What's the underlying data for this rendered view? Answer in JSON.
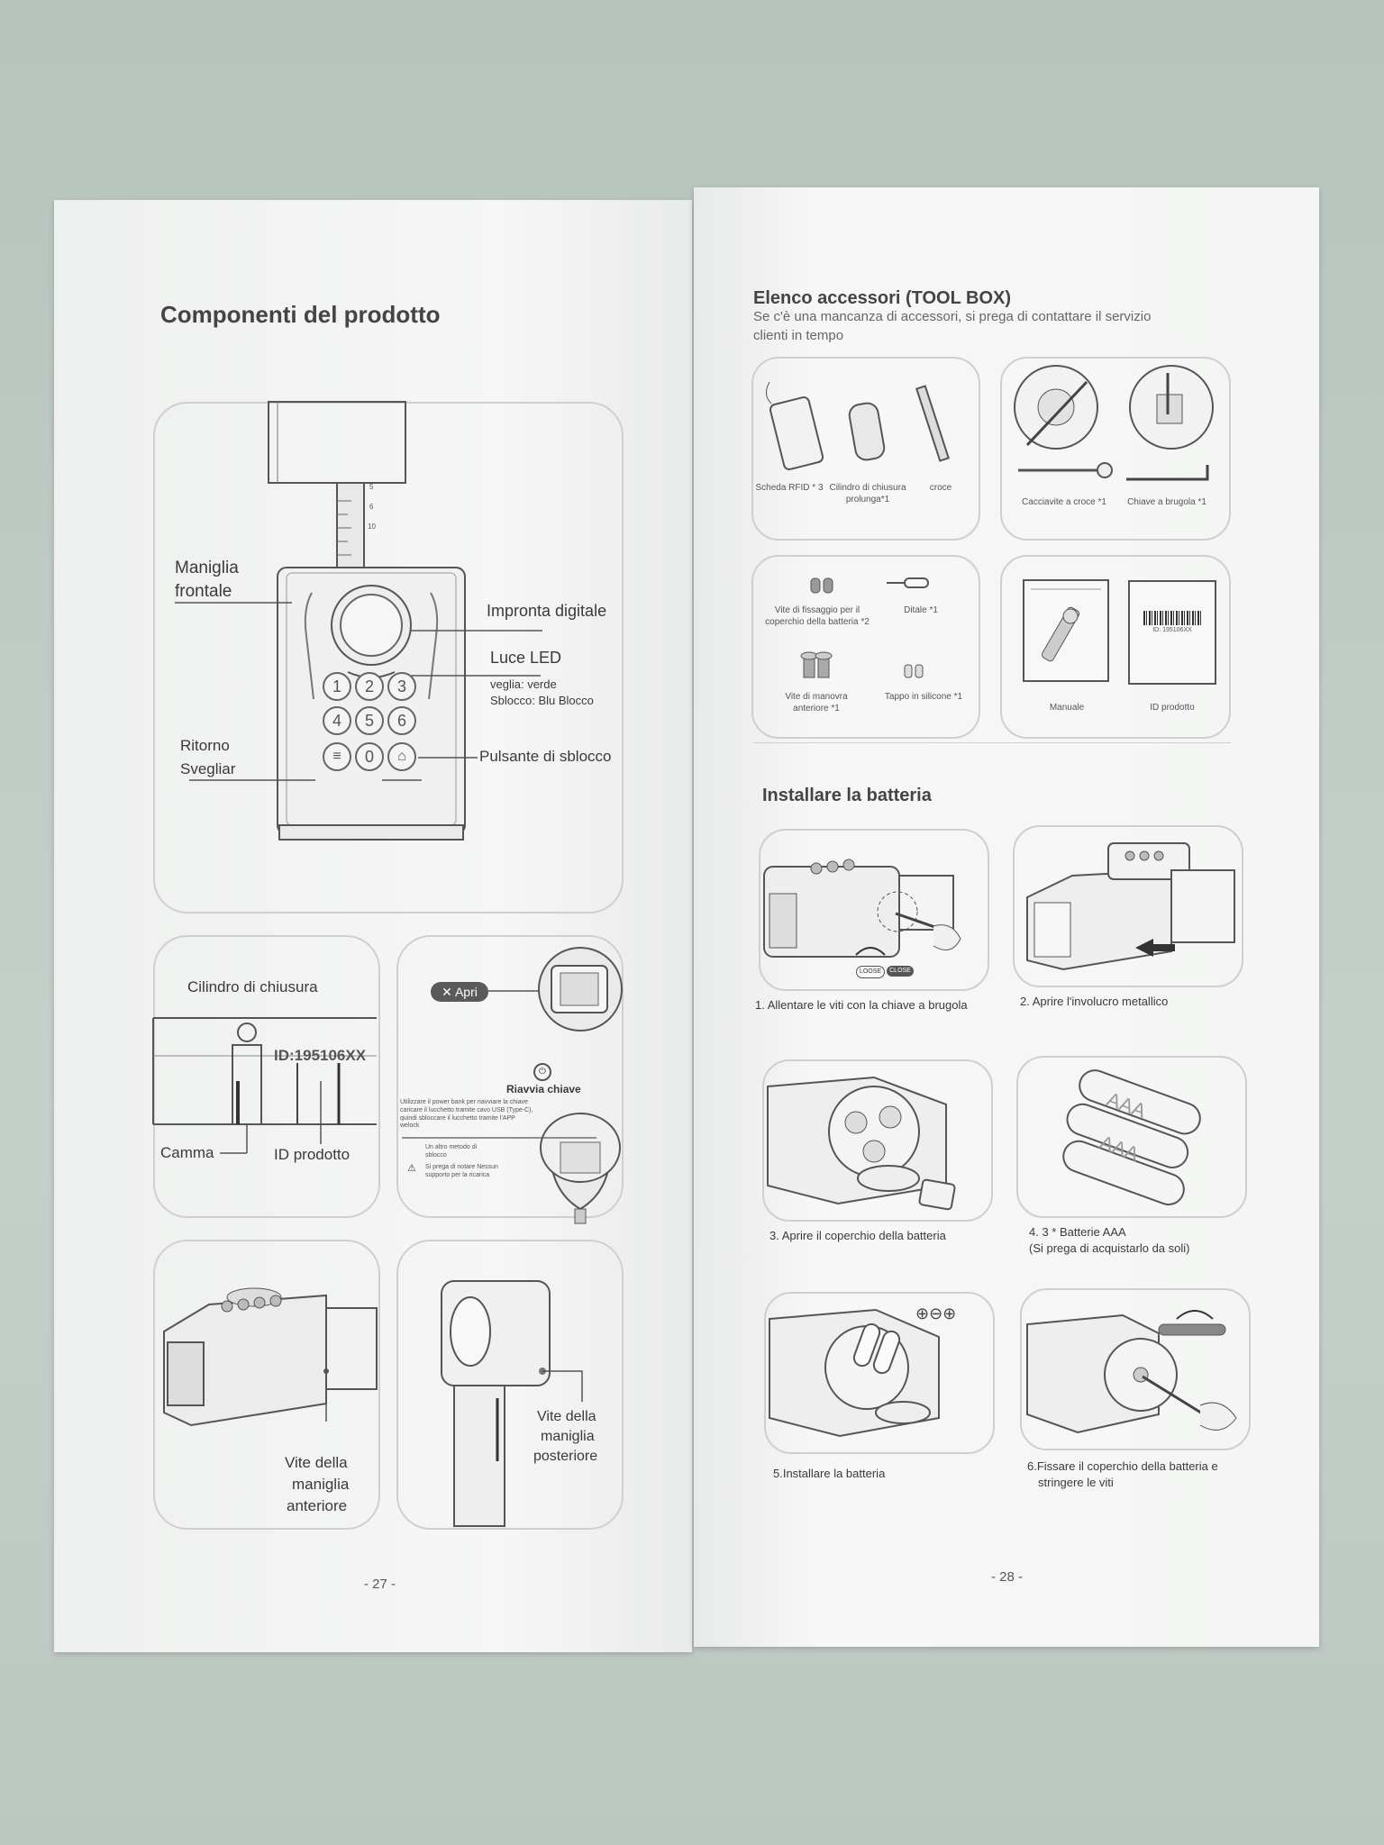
{
  "left_page": {
    "title": "Componenti del prodotto",
    "main_diagram": {
      "label_front_handle": [
        "Maniglia",
        "frontale"
      ],
      "label_fingerprint": "Impronta digitale",
      "label_led": "Luce LED",
      "led_detail": [
        "veglia: verde",
        "Sblocco: Blu Blocco"
      ],
      "label_return": [
        "Ritorno",
        "Svegliar"
      ],
      "label_unlock_button": "Pulsante di sblocco",
      "scale_ticks": [
        "5",
        "6",
        "10"
      ],
      "keys": [
        "1",
        "2",
        "3",
        "4",
        "5",
        "6",
        "≡",
        "0",
        "⌂"
      ]
    },
    "cylinder_diagram": {
      "title": "Cilindro di chiusura",
      "id_label": "ID:195106XX",
      "cam_label": "Camma",
      "product_id_label": "ID prodotto"
    },
    "open_diagram": {
      "open_button": "Apri",
      "restart_label": "Riavvia chiave",
      "restart_text": "Utilizzare il power bank per riavviare la chiave caricare il lucchetto tramite cavo USB (Type-C), quindi sbloccare il lucchetto tramite l'APP welock",
      "other_method": "Un altro metodo di sblocco",
      "warning": "Si prega di notare Nessun supporto per la ricarica"
    },
    "front_screw_label": [
      "Vite della",
      "maniglia",
      "anteriore"
    ],
    "rear_screw_label": [
      "Vite della",
      "maniglia",
      "posteriore"
    ],
    "page_number": "- 27 -"
  },
  "right_page": {
    "title": "Elenco accessori (TOOL BOX)",
    "subtitle_line1": "Se c'è una mancanza di accessori, si prega di contattare il servizio",
    "subtitle_line2": "clienti in tempo",
    "accessories": {
      "rfid": "Scheda RFID * 3",
      "cylinder": "Cilindro di chiusura prolunga*1",
      "cross": "croce",
      "screwdriver": "Cacciavite a croce *1",
      "allen_key": "Chiave a brugola *1",
      "battery_screws": "Vite di fissaggio per il coperchio della batteria *2",
      "thimble": "Ditale *1",
      "handle_screws": "Vite di manovra anteriore *1",
      "silicone_plug": "Tappo in silicone *1",
      "manual": "Manuale",
      "product_id": "ID prodotto",
      "id_card_text": "ID: 195106XX"
    },
    "battery_section_title": "Installare la batteria",
    "steps": [
      "1. Allentare le viti con la chiave a brugola",
      "2. Aprire l'involucro metallico",
      "3. Aprire il coperchio della batteria",
      "4. 3 * Batterie AAA",
      "(Si prega di acquistarlo da soli)",
      "5.Installare la batteria",
      "6.Fissare il coperchio della batteria e",
      "stringere le viti"
    ],
    "loose_close": [
      "LOOSE",
      "CLOSE"
    ],
    "battery_text": "AAA",
    "page_number": "- 28 -"
  }
}
